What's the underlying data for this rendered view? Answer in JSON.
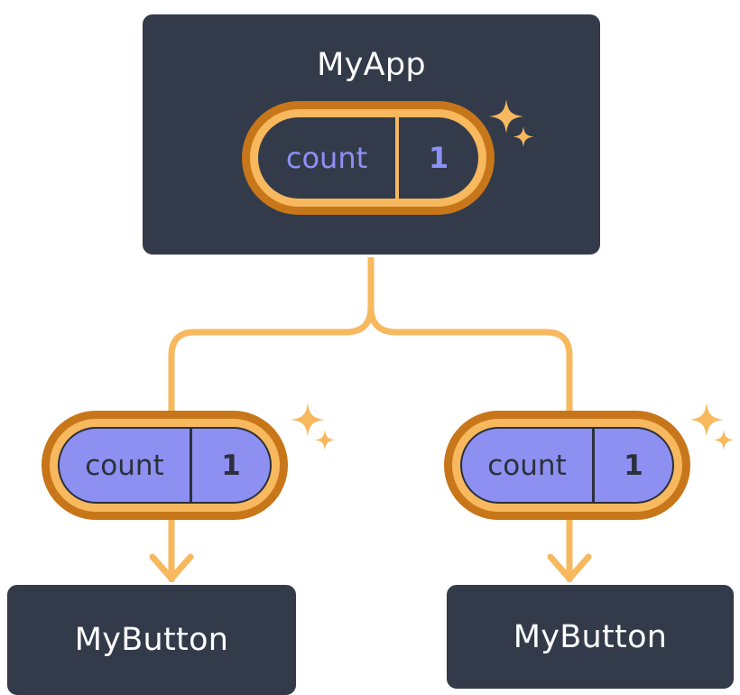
{
  "diagram": {
    "type": "component-state-tree",
    "background_color": "#ffffff",
    "accent_amber": "#f7b85e",
    "accent_orange": "#c8761a",
    "state_value_color": "#8d90f5",
    "card_fill": "#333b4a",
    "card_border": "#ffffff",
    "pill_fill_child": "#8d90f0",
    "pill_text_dark": "#2b303c"
  },
  "root": {
    "title": "MyApp",
    "state": {
      "key": "count",
      "value": "1"
    },
    "sparkle_icon": "sparkles-icon"
  },
  "children": [
    {
      "state": {
        "key": "count",
        "value": "1"
      },
      "sparkle_icon": "sparkles-icon",
      "component": {
        "title": "MyButton"
      }
    },
    {
      "state": {
        "key": "count",
        "value": "1"
      },
      "sparkle_icon": "sparkles-icon",
      "component": {
        "title": "MyButton"
      }
    }
  ],
  "connectors": {
    "branch_icon": "branch-connector-icon",
    "arrow_icon": "arrow-down-icon",
    "stroke_color": "#f7b85e",
    "stroke_width": 7
  }
}
